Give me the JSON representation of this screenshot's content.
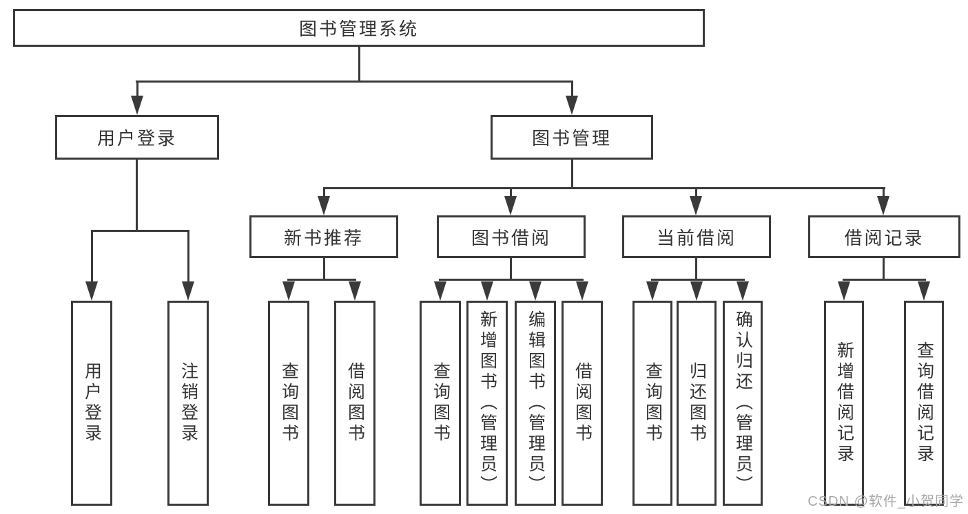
{
  "diagram": {
    "type": "hierarchy-tree",
    "colors": {
      "line": "#3a3a3a",
      "text": "#333333",
      "background": "#ffffff",
      "watermark_text_color": "#a8a8a8"
    }
  },
  "tree": {
    "label": "图书管理系统",
    "children": [
      {
        "label": "用户登录",
        "children": [
          {
            "label": "用户登录"
          },
          {
            "label": "注销登录"
          }
        ]
      },
      {
        "label": "图书管理",
        "children": [
          {
            "label": "新书推荐",
            "children": [
              {
                "label": "查询图书"
              },
              {
                "label": "借阅图书"
              }
            ]
          },
          {
            "label": "图书借阅",
            "children": [
              {
                "label": "查询图书"
              },
              {
                "label": "新增图书（管理员）"
              },
              {
                "label": "编辑图书（管理员）"
              },
              {
                "label": "借阅图书"
              }
            ]
          },
          {
            "label": "当前借阅",
            "children": [
              {
                "label": "查询图书"
              },
              {
                "label": "归还图书"
              },
              {
                "label": "确认归还（管理员）"
              }
            ]
          },
          {
            "label": "借阅记录",
            "children": [
              {
                "label": "新增借阅记录"
              },
              {
                "label": "查询借阅记录"
              }
            ]
          }
        ]
      }
    ]
  },
  "watermark": {
    "text": "CSDN @软件_小贺同学"
  }
}
